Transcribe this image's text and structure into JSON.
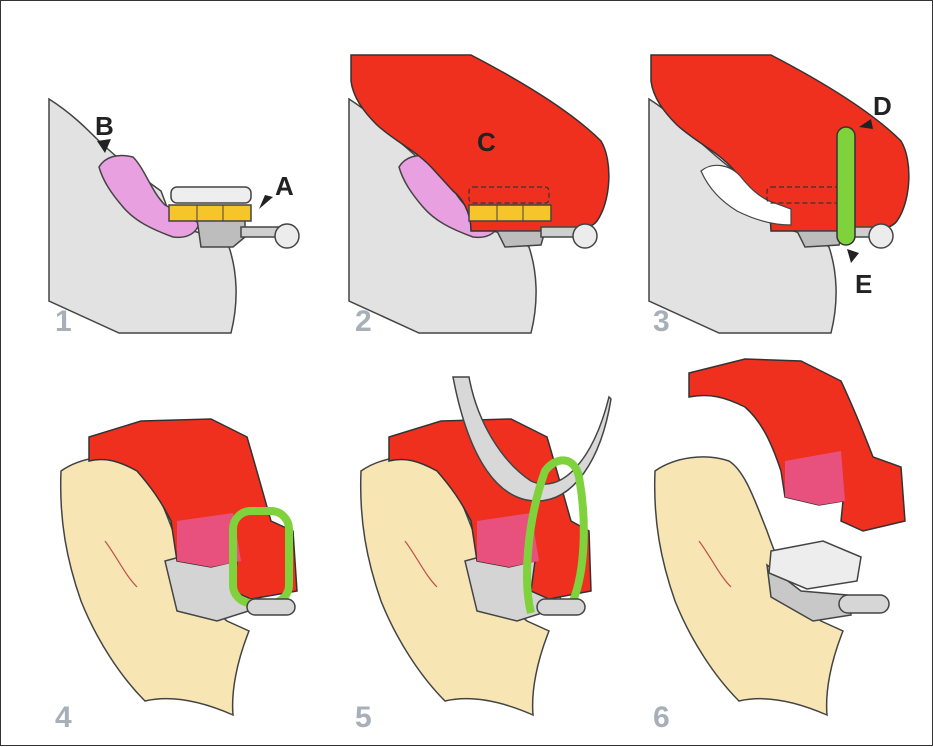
{
  "panels": [
    {
      "number": "1",
      "labels": [
        "A",
        "B"
      ]
    },
    {
      "number": "2",
      "labels": [
        "C"
      ]
    },
    {
      "number": "3",
      "labels": [
        "D",
        "E"
      ]
    },
    {
      "number": "4",
      "labels": []
    },
    {
      "number": "5",
      "labels": []
    },
    {
      "number": "6",
      "labels": []
    }
  ],
  "colors": {
    "tooth_gray": "#d9d9d9",
    "gum_pink": "#e9a0e0",
    "composite_red": "#f0301e",
    "adhesive_yellow": "#f5c52a",
    "ligature_green": "#7fd23c",
    "cusp_yellow": "#f7e6b4",
    "label_gray": "#a7b0b8"
  }
}
